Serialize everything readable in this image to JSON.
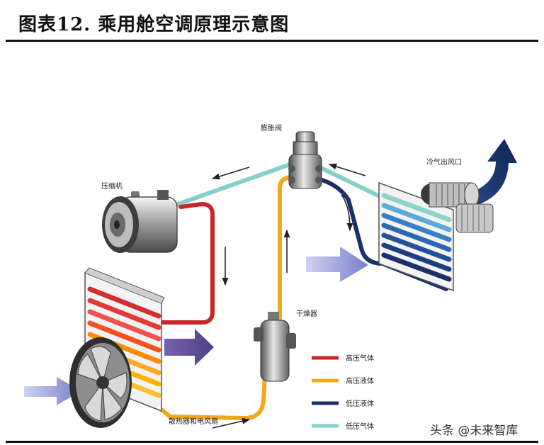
{
  "title": "图表12.  乘用舱空调原理示意图",
  "labels": {
    "compressor": "压缩机",
    "expansion_valve": "膨胀阀",
    "cold_air_outlet": "冷气出风口",
    "dryer": "干燥器",
    "condenser_fan": "散热器和电风扇"
  },
  "legend": [
    {
      "label": "高压气体",
      "color": "#c62828"
    },
    {
      "label": "高压液体",
      "color": "#f2a81d"
    },
    {
      "label": "低压液体",
      "color": "#1b2f6b"
    },
    {
      "label": "低压气体",
      "color": "#86cfc9"
    }
  ],
  "watermark": "头条 @未来智库"
}
